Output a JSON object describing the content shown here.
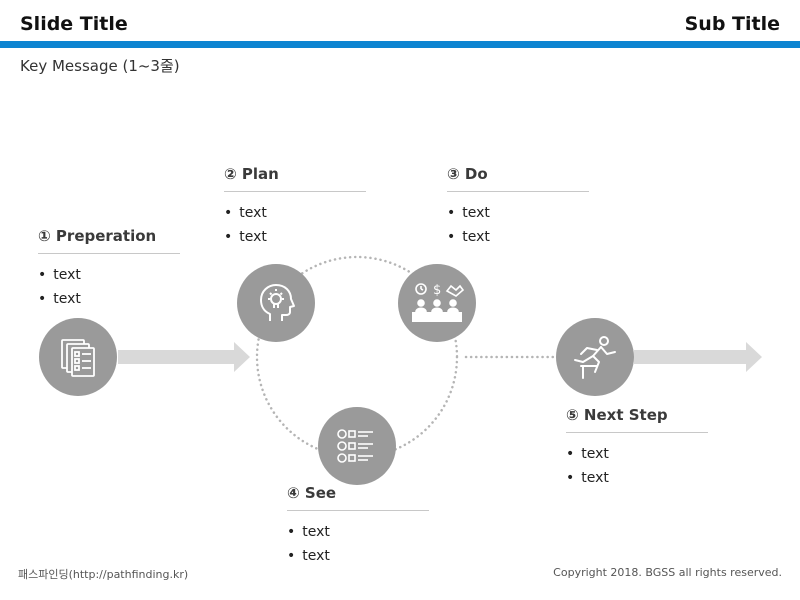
{
  "header": {
    "title": "Slide Title",
    "subtitle": "Sub Title",
    "key_message": "Key Message (1~3줄)",
    "accent_color": "#0d84d1"
  },
  "steps": [
    {
      "title": "① Preperation",
      "bullets": [
        "text",
        "text"
      ],
      "icon": "checklist-icon"
    },
    {
      "title": "② Plan",
      "bullets": [
        "text",
        "text"
      ],
      "icon": "idea-head-icon"
    },
    {
      "title": "③ Do",
      "bullets": [
        "text",
        "text"
      ],
      "icon": "meeting-icon"
    },
    {
      "title": "④ See",
      "bullets": [
        "text",
        "text"
      ],
      "icon": "evaluation-icon"
    },
    {
      "title": "⑤ Next Step",
      "bullets": [
        "text",
        "text"
      ],
      "icon": "runner-hurdle-icon"
    }
  ],
  "footer": {
    "left": "패스파인딩(http://pathfinding.kr)",
    "right": "Copyright 2018. BGSS all rights reserved."
  },
  "colors": {
    "circle": "#9a9a9a",
    "arrow": "#d9d9d9",
    "dots": "#b5b5b5"
  }
}
